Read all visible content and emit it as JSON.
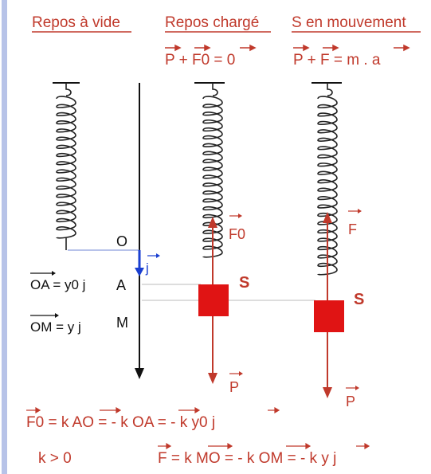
{
  "headers": {
    "rest_empty": "Repos à vide",
    "rest_loaded": "Repos chargé",
    "moving": "S en mouvement"
  },
  "equations": {
    "rest_loaded": "P + F0 = 0",
    "moving": "P + F = m . a"
  },
  "labels": {
    "origin": "O",
    "unit_vector": "j",
    "point_a": "A",
    "point_m": "M",
    "oa": "OA = y0 j",
    "om": "OM = y j",
    "solid": "S",
    "force_f0": "F0",
    "force_f": "F",
    "weight": "P"
  },
  "formulas": {
    "f0": "F0 = k AO = - k OA = - k y0 j",
    "k_positive": "k > 0",
    "f": "F = k MO = - k OM = - k y j"
  },
  "colors": {
    "accent": "#c0392b",
    "vector_j": "#1a3fd0",
    "ink": "#111111",
    "left_border": "#b7c3e8"
  }
}
